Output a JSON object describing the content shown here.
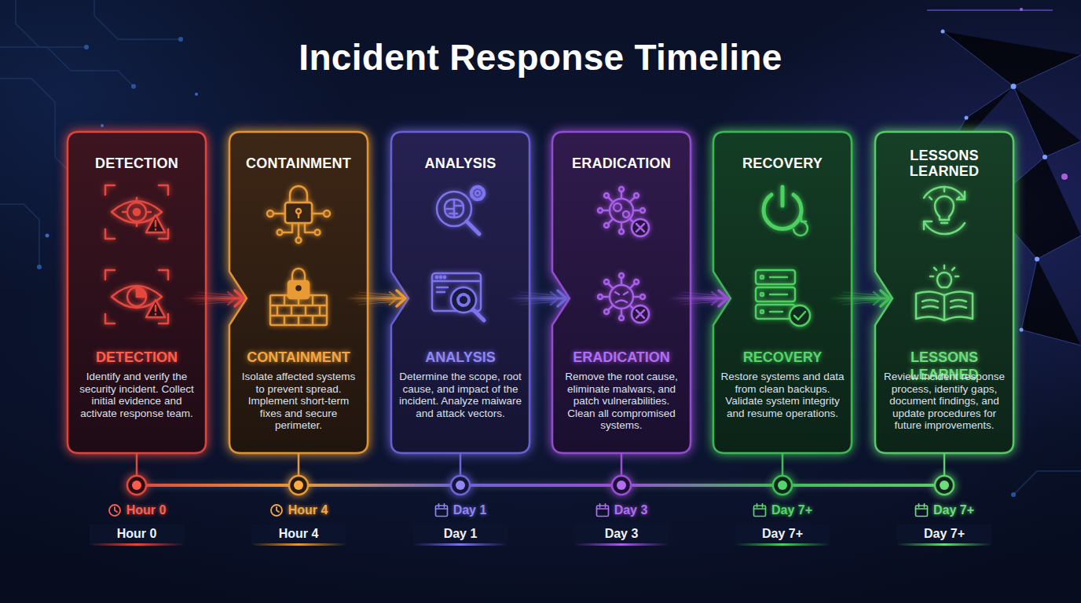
{
  "diagram": {
    "title": "Incident Response Timeline",
    "nodes": [
      {
        "text": [
          "DETECTION",
          "DETECTION",
          "Identify and verify the security incident. Collect initial evidence and activate response team."
        ]
      },
      {
        "text": [
          "CONTAINMENT",
          "CONTAINMENT",
          "Isolate affected systems to prevent spread. Implement short-term fixes and secure perimeter."
        ]
      },
      {
        "text": [
          "ANALYSIS",
          "ANALYSIS",
          "Determine the scope, root cause, and impact of the incident. Analyze maiware and attack vectors."
        ]
      },
      {
        "text": [
          "ERADICATION",
          "ERADICATION",
          "Remove the root cause, eliminate malwars, and patch vulnerabilities. Clean all compromised systems."
        ]
      },
      {
        "text": [
          "RECOVERY",
          "RECOVERY",
          "Restore systems and data from clean backups. Validate system integrity and resume operations."
        ]
      },
      {
        "text": [
          "LESSONS LEARNED",
          "LESSONS LEARNED",
          "Review incident response process, identify gaps, document findings, and update procedures for future improvements."
        ]
      }
    ],
    "edges": [
      {
        "from": 0,
        "to": 1,
        "arrow": "to"
      },
      {
        "from": 1,
        "to": 2,
        "arrow": "to"
      },
      {
        "from": 2,
        "to": 3,
        "arrow": "to"
      },
      {
        "from": 3,
        "to": 4,
        "arrow": "to"
      },
      {
        "from": 4,
        "to": 5,
        "arrow": "to"
      }
    ],
    "labels": [
      "Hour 0",
      "Hour 4",
      "Day 1",
      "Day 3",
      "Day 7+",
      "Day 7+",
      "Hour 0",
      "Hour 4",
      "Day 1",
      "Day 3",
      "Day 7+",
      "Day 7+"
    ]
  }
}
